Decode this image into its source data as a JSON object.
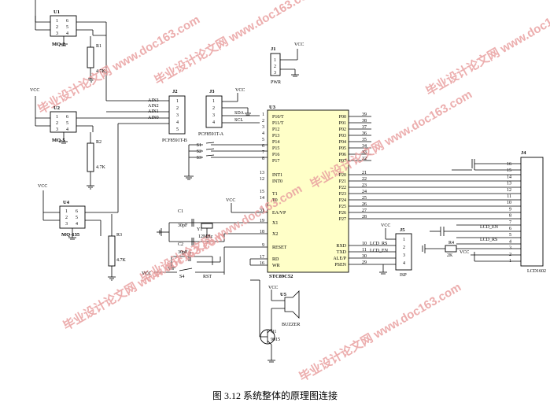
{
  "caption": "图 3.12 系统整体的原理图连接",
  "watermark": "毕业设计论文网 www.doc163.com",
  "colors": {
    "ic_fill": "#ffffc8",
    "watermark": "#e9a0a0",
    "wire": "#000000"
  },
  "mcu": {
    "ref": "U3",
    "part": "STC89C52",
    "left_pins": [
      {
        "num": "1",
        "name": "P10/T"
      },
      {
        "num": "2",
        "name": "P11/T"
      },
      {
        "num": "3",
        "name": "P12"
      },
      {
        "num": "4",
        "name": "P13"
      },
      {
        "num": "5",
        "name": "P14"
      },
      {
        "num": "6",
        "name": "P15"
      },
      {
        "num": "7",
        "name": "P16"
      },
      {
        "num": "8",
        "name": "P17"
      },
      {
        "num": "13",
        "name": "INT1"
      },
      {
        "num": "12",
        "name": "INT0"
      },
      {
        "num": "15",
        "name": "T1"
      },
      {
        "num": "14",
        "name": "T0"
      },
      {
        "num": "31",
        "name": "EA/VP"
      },
      {
        "num": "19",
        "name": "X1"
      },
      {
        "num": "18",
        "name": "X2"
      },
      {
        "num": "9",
        "name": "RESET"
      },
      {
        "num": "17",
        "name": "RD"
      },
      {
        "num": "16",
        "name": "WR"
      }
    ],
    "right_pins": [
      {
        "num": "39",
        "name": "P00"
      },
      {
        "num": "38",
        "name": "P01"
      },
      {
        "num": "37",
        "name": "P02"
      },
      {
        "num": "36",
        "name": "P03"
      },
      {
        "num": "35",
        "name": "P04"
      },
      {
        "num": "34",
        "name": "P05"
      },
      {
        "num": "33",
        "name": "P06"
      },
      {
        "num": "32",
        "name": "P07"
      },
      {
        "num": "21",
        "name": "P20"
      },
      {
        "num": "22",
        "name": "P21"
      },
      {
        "num": "23",
        "name": "P22"
      },
      {
        "num": "24",
        "name": "P23"
      },
      {
        "num": "25",
        "name": "P24"
      },
      {
        "num": "26",
        "name": "P25"
      },
      {
        "num": "27",
        "name": "P26"
      },
      {
        "num": "28",
        "name": "P27"
      },
      {
        "num": "10",
        "name": "RXD"
      },
      {
        "num": "11",
        "name": "TXD"
      },
      {
        "num": "30",
        "name": "ALE/P"
      },
      {
        "num": "29",
        "name": "PSEN"
      }
    ]
  },
  "sensors": [
    {
      "ref": "U1",
      "part": "MQ-2",
      "pins": [
        "1",
        "2",
        "3",
        "4",
        "5",
        "6"
      ],
      "res_ref": "R1",
      "res_val": "4.7K"
    },
    {
      "ref": "U2",
      "part": "MQ-5",
      "pins": [
        "1",
        "2",
        "3",
        "4",
        "5",
        "6"
      ],
      "res_ref": "R2",
      "res_val": "4.7K"
    },
    {
      "ref": "U4",
      "part": "MQ-135",
      "pins": [
        "1",
        "2",
        "3",
        "4",
        "5",
        "6"
      ],
      "res_ref": "R3",
      "res_val": "4.7K"
    }
  ],
  "vcc": "VCC",
  "adc_b": {
    "ref": "J2",
    "part": "PCF8591T-B",
    "pins": [
      "1",
      "2",
      "3",
      "4",
      "5"
    ],
    "nets": [
      "AIN3",
      "AIN2",
      "AIN1",
      "AIN0"
    ]
  },
  "adc_a": {
    "ref": "J3",
    "part": "PCF8591T-A",
    "pins": [
      "1",
      "2",
      "3",
      "4"
    ],
    "nets": [
      "SDA",
      "SCL"
    ]
  },
  "power": {
    "ref": "J1",
    "part": "PWR",
    "pins": [
      "1",
      "2",
      "3"
    ]
  },
  "switches": [
    "S1",
    "S2",
    "S3"
  ],
  "crystal": {
    "c1": "C1",
    "c1_val": "30pF",
    "y1": "Y1",
    "y1_val": "12MHz",
    "c2": "C2",
    "c2_val": "30pF"
  },
  "reset": {
    "sw": "S4",
    "label": "RST"
  },
  "isp": {
    "ref": "J5",
    "part": "ISP",
    "pins": [
      "1",
      "2",
      "3",
      "4"
    ],
    "nets": [
      "LCD_RS",
      "LCD_EN"
    ]
  },
  "lcd": {
    "ref": "J4",
    "part": "LCD1602",
    "pins": [
      "16",
      "15",
      "14",
      "13",
      "12",
      "11",
      "10",
      "9",
      "8",
      "7",
      "6",
      "5",
      "4",
      "3",
      "2",
      "1"
    ],
    "nets": [
      "LCD_EN",
      "LCD_RS"
    ]
  },
  "r4": {
    "ref": "R4",
    "val": "2K"
  },
  "buzzer": {
    "ref": "U5",
    "part": "BUZZER",
    "q_ref": "Q1",
    "q_part": "9015"
  }
}
